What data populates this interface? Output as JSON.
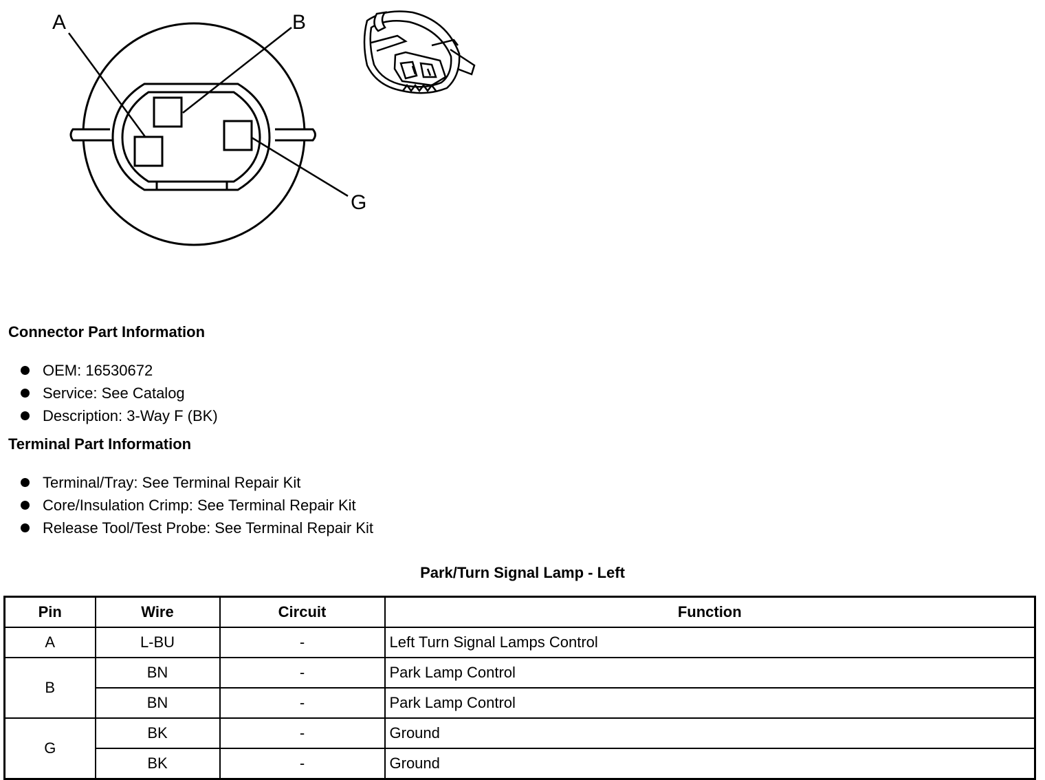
{
  "diagram": {
    "callouts": {
      "a": "A",
      "b": "B",
      "g": "G"
    }
  },
  "connector_info": {
    "title": "Connector Part Information",
    "items": [
      "OEM: 16530672",
      "Service: See Catalog",
      "Description: 3-Way F (BK)"
    ]
  },
  "terminal_info": {
    "title": "Terminal Part Information",
    "items": [
      "Terminal/Tray: See Terminal Repair Kit",
      "Core/Insulation Crimp: See Terminal Repair Kit",
      "Release Tool/Test Probe: See Terminal Repair Kit"
    ]
  },
  "table": {
    "title": "Park/Turn Signal Lamp - Left",
    "headers": {
      "pin": "Pin",
      "wire": "Wire",
      "circuit": "Circuit",
      "function": "Function"
    },
    "rows": [
      {
        "pin": "A",
        "wire": "L-BU",
        "circuit": "-",
        "function": "Left Turn Signal Lamps Control"
      },
      {
        "pin": "B",
        "wire": "BN",
        "circuit": "-",
        "function": "Park Lamp Control"
      },
      {
        "pin": "",
        "wire": "BN",
        "circuit": "-",
        "function": "Park Lamp Control"
      },
      {
        "pin": "G",
        "wire": "BK",
        "circuit": "-",
        "function": "Ground"
      },
      {
        "pin": "",
        "wire": "BK",
        "circuit": "-",
        "function": "Ground"
      }
    ]
  }
}
